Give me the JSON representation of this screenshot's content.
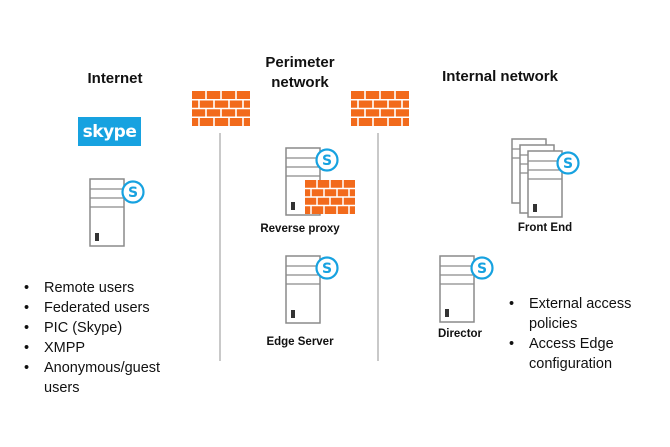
{
  "zones": {
    "internet_title": "Internet",
    "perimeter_title_line1": "Perimeter",
    "perimeter_title_line2": "network",
    "internal_title": "Internal network"
  },
  "skype_logo_text": "skype",
  "servers": {
    "reverse_proxy": "Reverse proxy",
    "edge_server": "Edge Server",
    "front_end": "Front End",
    "director": "Director"
  },
  "internet_list": [
    "Remote users",
    "Federated users",
    "PIC (Skype)",
    "XMPP",
    "Anonymous/guest",
    "users"
  ],
  "internal_list": [
    "External access",
    "policies",
    "Access Edge",
    "configuration"
  ],
  "colors": {
    "firewall": "#f26a1b",
    "skype_blue": "#17a2e0",
    "server_outline": "#8a8a8a",
    "divider": "#c9c9c9"
  },
  "icons": [
    "firewall-icon",
    "skype-icon",
    "server-icon"
  ]
}
